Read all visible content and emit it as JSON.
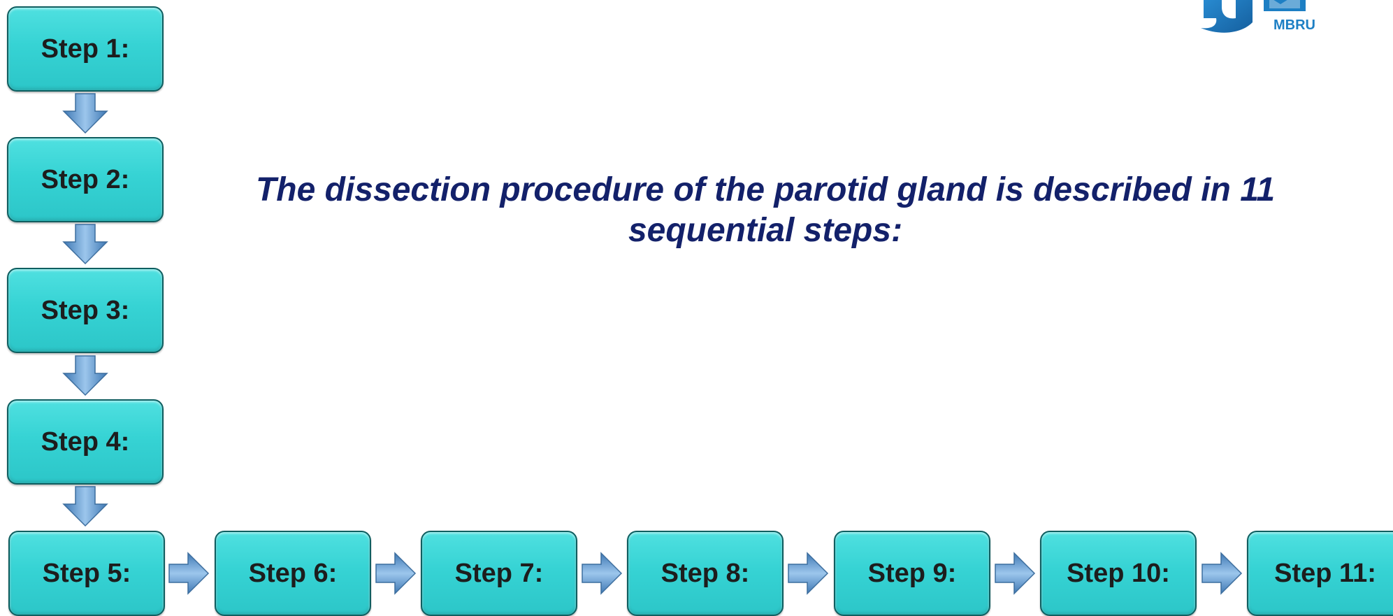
{
  "title": "The dissection procedure of the parotid gland is described in 11 sequential steps:",
  "logo": {
    "text": "MBRU",
    "color": "#1d7fc4"
  },
  "colors": {
    "step_fill": "#36d3d4",
    "step_border": "#0f5e60",
    "arrow_fill": "#6fa3d6",
    "title_text": "#13216a"
  },
  "steps": [
    {
      "label": "Step 1:"
    },
    {
      "label": "Step 2:"
    },
    {
      "label": "Step 3:"
    },
    {
      "label": "Step 4:"
    },
    {
      "label": "Step 5:"
    },
    {
      "label": "Step 6:"
    },
    {
      "label": "Step 7:"
    },
    {
      "label": "Step 8:"
    },
    {
      "label": "Step 9:"
    },
    {
      "label": "Step 10:"
    },
    {
      "label": "Step 11:"
    }
  ]
}
